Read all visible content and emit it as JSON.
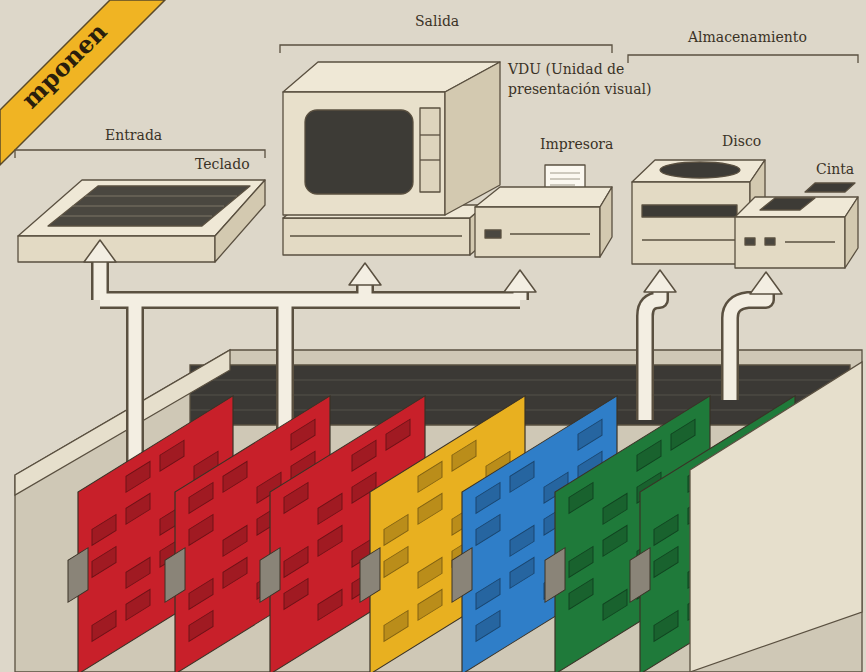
{
  "diagram": {
    "labels": [
      "mponen",
      "Salida",
      "Almacenamiento",
      "Entrada",
      "Teclado",
      "VDU (Unidad de presentación visual)",
      "Impresora",
      "Disco",
      "Cinta"
    ]
  }
}
